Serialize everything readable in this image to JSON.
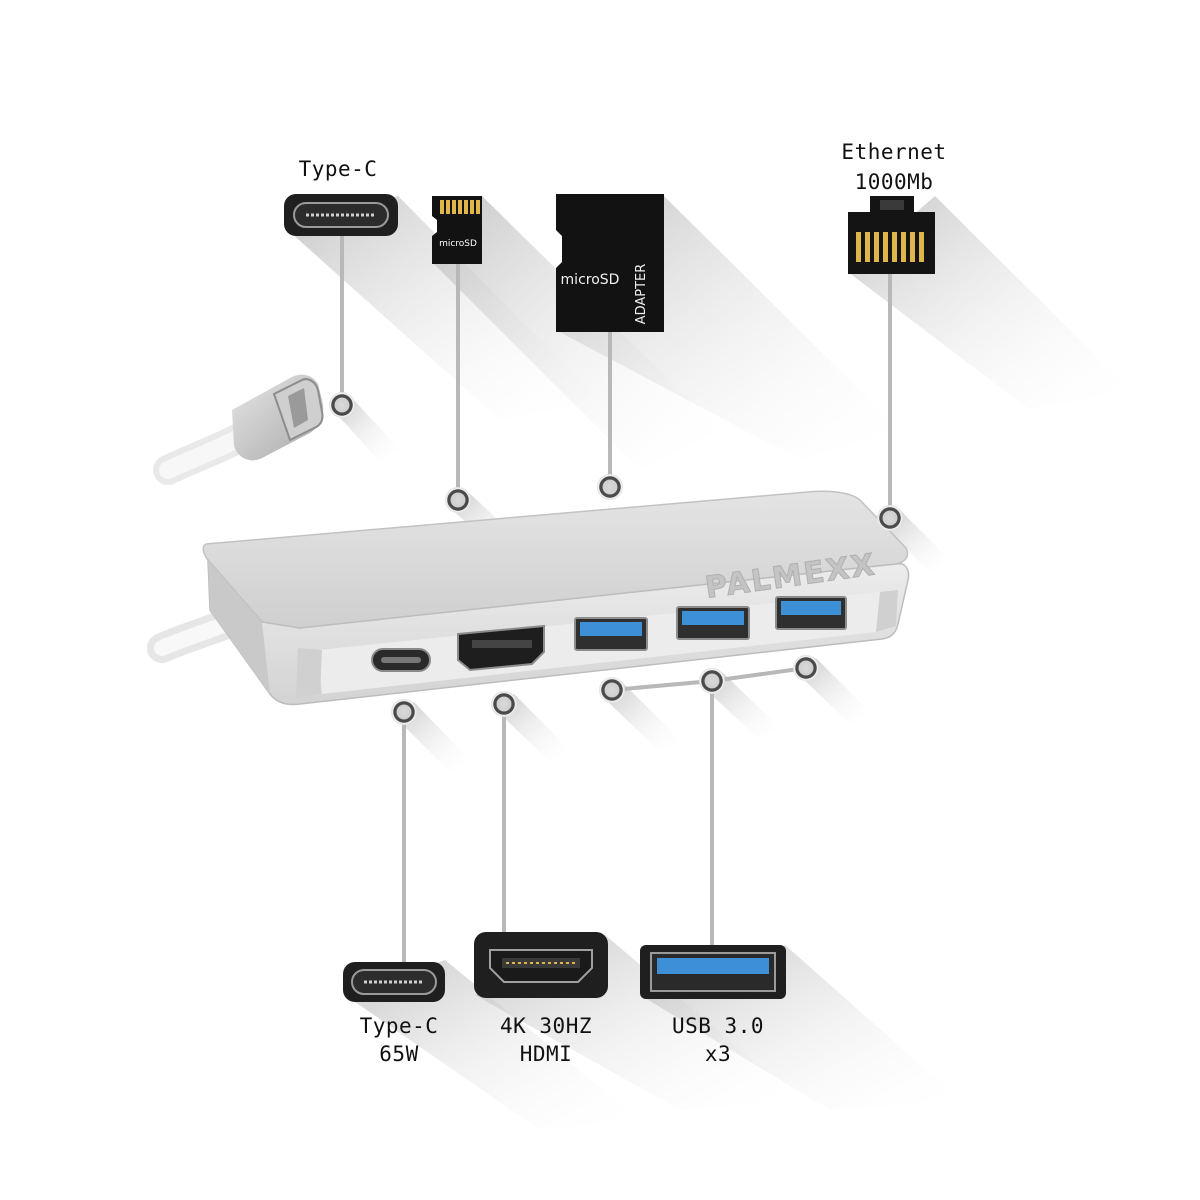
{
  "labels": {
    "type_c_top": "Type-C",
    "ethernet_line1": "Ethernet",
    "ethernet_line2": "1000Mb",
    "type_c_bottom_line1": "Type-C",
    "type_c_bottom_line2": "65W",
    "hdmi_line1": "4K 30HZ",
    "hdmi_line2": "HDMI",
    "usb_line1": "USB 3.0",
    "usb_line2": "x3"
  },
  "cards": {
    "microsd": "microSD",
    "adapter_microsd": "microSD",
    "adapter_word": "ADAPTER"
  },
  "device": {
    "brand": "PALMEXX"
  },
  "icons": {
    "type_c_top": "usb-c-port-icon",
    "microsd": "microsd-card-icon",
    "sd_adapter": "sd-adapter-icon",
    "ethernet": "rj45-connector-icon",
    "type_c_bottom": "usb-c-port-icon",
    "hdmi": "hdmi-port-icon",
    "usb": "usb-a-port-icon"
  },
  "colors": {
    "shadow": "#c8c8c8",
    "leader": "#b8b8b8",
    "port_dark": "#1f1f1f",
    "usb_blue": "#3d8fd6",
    "hub_silver": "#d6d6d6",
    "card_black": "#121212",
    "gold_pin": "#e0b64a"
  }
}
